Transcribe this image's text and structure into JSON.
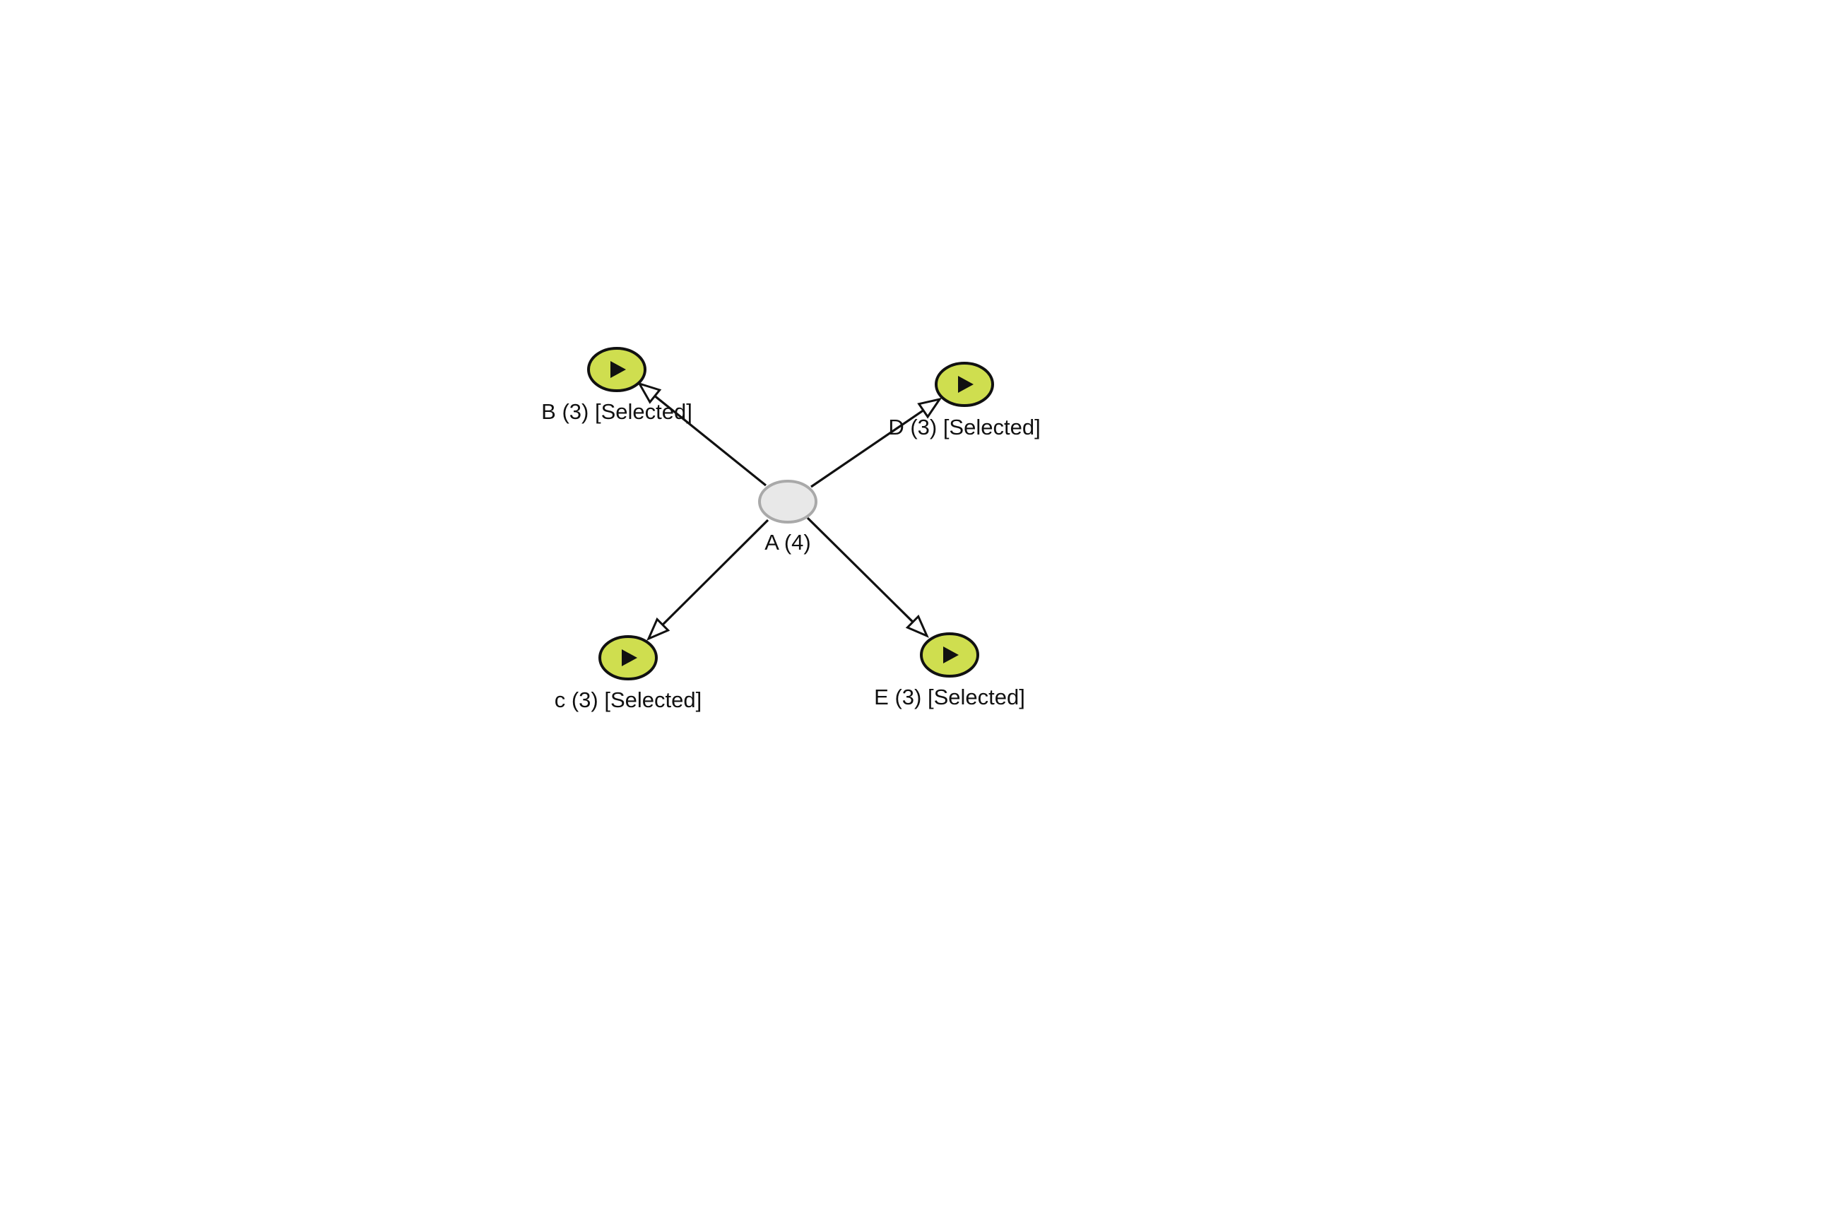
{
  "graph": {
    "colors": {
      "background": "#ffffff",
      "selected_fill": "#cfde4f",
      "selected_stroke": "#111111",
      "unselected_fill": "#e8e8e8",
      "unselected_stroke": "#a9a9a9",
      "edge": "#111111",
      "label_text": "#111111"
    },
    "nodes": [
      {
        "id": "A",
        "label": "A (4)",
        "selected": false,
        "icon": ""
      },
      {
        "id": "B",
        "label": "B (3) [Selected]",
        "selected": true,
        "icon": "play-icon"
      },
      {
        "id": "D",
        "label": "D (3) [Selected]",
        "selected": true,
        "icon": "play-icon"
      },
      {
        "id": "C",
        "label": "c (3) [Selected]",
        "selected": true,
        "icon": "play-icon"
      },
      {
        "id": "E",
        "label": "E (3) [Selected]",
        "selected": true,
        "icon": "play-icon"
      }
    ],
    "edges": [
      {
        "from": "A",
        "to": "B",
        "arrow": "open-triangle"
      },
      {
        "from": "A",
        "to": "D",
        "arrow": "open-triangle"
      },
      {
        "from": "A",
        "to": "C",
        "arrow": "open-triangle"
      },
      {
        "from": "A",
        "to": "E",
        "arrow": "open-triangle"
      }
    ]
  }
}
